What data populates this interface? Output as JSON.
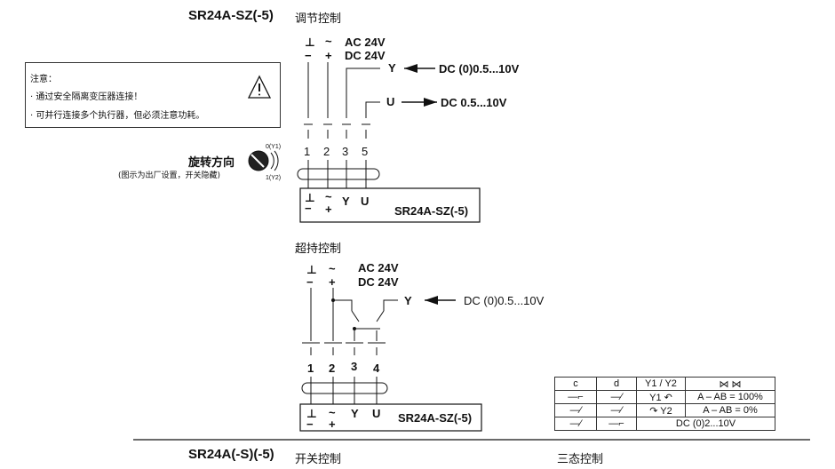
{
  "top": {
    "model": "SR24A-SZ(-5)",
    "mode": "调节控制",
    "sym_gnd": "⊥",
    "sym_minus": "−",
    "sym_tilde": "~",
    "sym_plus": "+",
    "supply_ac": "AC 24V",
    "supply_dc": "DC 24V",
    "y_label": "Y",
    "y_signal": "DC (0)0.5...10V",
    "u_label": "U",
    "u_signal": "DC 0.5...10V",
    "terminals": [
      "1",
      "2",
      "3",
      "5"
    ],
    "box_model": "SR24A-SZ(-5)",
    "box_y": "Y",
    "box_u": "U"
  },
  "note": {
    "title": "注意：",
    "lines": [
      "· 通过安全隔离变压器连接！",
      "· 可并行连接多个执行器，但必须注意功耗。"
    ]
  },
  "rotation": {
    "label": "旋转方向",
    "sub": "(图示为出厂设置，开关隐藏)",
    "pos0": "0(Y1)",
    "pos1": "1(Y2)"
  },
  "middle": {
    "mode": "超持控制",
    "supply_ac": "AC 24V",
    "supply_dc": "DC 24V",
    "y_label": "Y",
    "y_signal": "DC (0)0.5...10V",
    "terminals": [
      "1",
      "2",
      "3",
      "4"
    ],
    "box_model": "SR24A-SZ(-5)",
    "box_y": "Y",
    "box_u": "U"
  },
  "table": {
    "headers": [
      "c",
      "d",
      "Y1 / Y2",
      "⋈ ⋈"
    ],
    "rows": [
      [
        "—⌐",
        "—⁄",
        "Y1 ↶",
        "A – AB = 100%"
      ],
      [
        "—⁄",
        "—⁄",
        "↷ Y2",
        "A – AB = 0%"
      ],
      [
        "—⁄",
        "—⌐",
        "DC (0)2...10V"
      ]
    ]
  },
  "bottom": {
    "model": "SR24A(-S)(-5)",
    "mode_left": "开关控制",
    "mode_right": "三态控制"
  }
}
